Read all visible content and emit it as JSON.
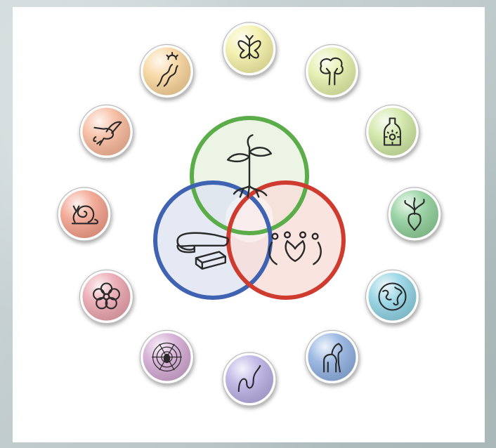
{
  "diagram": {
    "center_circles": [
      {
        "id": "green",
        "icon": "plant-roots-icon",
        "color": "#5aad49",
        "fill": "#e7f2df"
      },
      {
        "id": "blue",
        "icon": "bread-cheese-icon",
        "color": "#3f62b3",
        "fill": "#dfe3f1"
      },
      {
        "id": "red",
        "icon": "people-heart-icon",
        "color": "#cf3b2e",
        "fill": "#f7ddd8"
      }
    ],
    "badges": [
      {
        "icon": "butterfly-icon",
        "color": "#f3f0a6"
      },
      {
        "icon": "tree-icon",
        "color": "#e3eea8"
      },
      {
        "icon": "bottle-sun-icon",
        "color": "#cfe7a3"
      },
      {
        "icon": "radish-icon",
        "color": "#8fcf9a"
      },
      {
        "icon": "globe-icon",
        "color": "#8fd2e3"
      },
      {
        "icon": "horse-icon",
        "color": "#8fb0e0"
      },
      {
        "icon": "worm-icon",
        "color": "#b8aee3"
      },
      {
        "icon": "spider-web-icon",
        "color": "#d2a8d2"
      },
      {
        "icon": "flower-icon",
        "color": "#eaa4ae"
      },
      {
        "icon": "snail-icon",
        "color": "#f2a08a"
      },
      {
        "icon": "hummingbird-icon",
        "color": "#f7b89a"
      },
      {
        "icon": "path-sun-icon",
        "color": "#f8d49a"
      }
    ]
  }
}
